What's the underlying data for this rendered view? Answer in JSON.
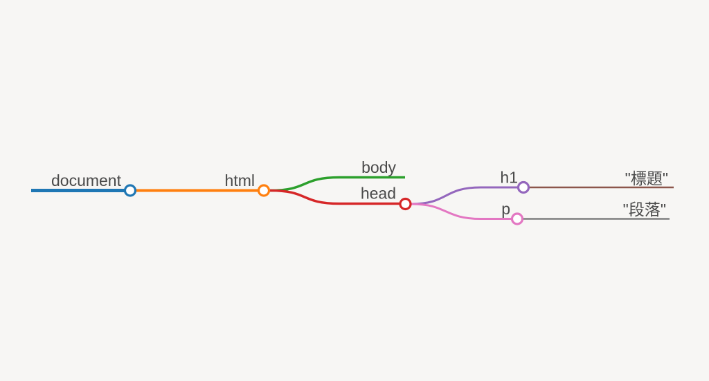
{
  "canvas": {
    "background": "#f7f6f4",
    "label_color": "#4a4a4a",
    "node_fill": "#ffffff"
  },
  "tree": {
    "label": "document",
    "color": "#1f77b4",
    "children": [
      {
        "label": "html",
        "color": "#ff7f0e",
        "children": [
          {
            "label": "body",
            "color": "#2ca02c",
            "children": []
          },
          {
            "label": "head",
            "color": "#d62728",
            "children": [
              {
                "label": "h1",
                "color": "#9467bd",
                "children": [
                  {
                    "label": "\"標題\"",
                    "color": "#8c564b",
                    "children": []
                  }
                ]
              },
              {
                "label": "p",
                "color": "#e377c2",
                "children": [
                  {
                    "label": "\"段落\"",
                    "color": "#7f7f7f",
                    "children": []
                  }
                ]
              }
            ]
          }
        ]
      }
    ]
  }
}
